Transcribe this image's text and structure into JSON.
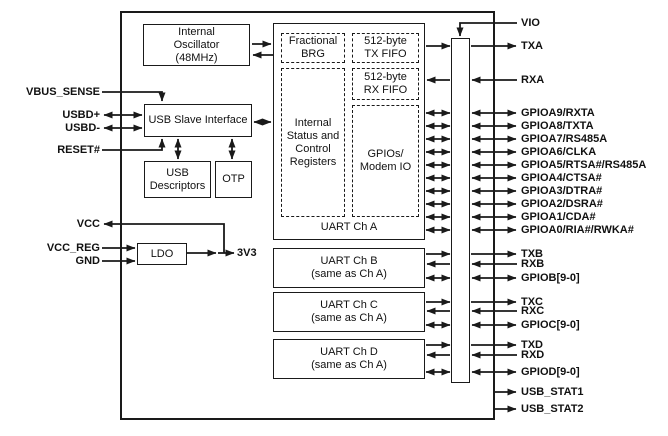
{
  "blocks": {
    "oscillator": {
      "lines": [
        "Internal",
        "Oscillator",
        "(48MHz)"
      ]
    },
    "usb_slave": {
      "label": "USB Slave Interface"
    },
    "usb_descriptors": {
      "lines": [
        "USB",
        "Descriptors"
      ]
    },
    "otp": {
      "label": "OTP"
    },
    "ldo": {
      "label": "LDO",
      "output_net": "3V3"
    },
    "uart_a": {
      "fractional_brg": {
        "lines": [
          "Fractional",
          "BRG"
        ]
      },
      "tx_fifo": {
        "lines": [
          "512-byte",
          "TX FIFO"
        ]
      },
      "rx_fifo": {
        "lines": [
          "512-byte",
          "RX FIFO"
        ]
      },
      "status_registers": {
        "lines": [
          "Internal",
          "Status and",
          "Control",
          "Registers"
        ]
      },
      "gpios_modem": {
        "lines": [
          "GPIOs/",
          "Modem IO"
        ]
      },
      "label": "UART Ch A"
    },
    "uart_b": {
      "lines": [
        "UART Ch B",
        "(same as Ch A)"
      ]
    },
    "uart_c": {
      "lines": [
        "UART Ch C",
        "(same as Ch A)"
      ]
    },
    "uart_d": {
      "lines": [
        "UART Ch D",
        "(same as Ch A)"
      ]
    }
  },
  "pins": {
    "left": [
      {
        "label": "VBUS_SENSE",
        "direction": "in"
      },
      {
        "label": "USBD+",
        "direction": "bidir"
      },
      {
        "label": "USBD-",
        "direction": "bidir"
      },
      {
        "label": "RESET#",
        "direction": "in"
      },
      {
        "label": "VCC",
        "direction": "out"
      },
      {
        "label": "VCC_REG",
        "direction": "in"
      },
      {
        "label": "GND",
        "direction": "in"
      }
    ],
    "right": [
      {
        "label": "VIO",
        "direction": "in"
      },
      {
        "label": "TXA",
        "direction": "out"
      },
      {
        "label": "RXA",
        "direction": "in"
      },
      {
        "label": "GPIOA9/RXTA",
        "direction": "bidir"
      },
      {
        "label": "GPIOA8/TXTA",
        "direction": "bidir"
      },
      {
        "label": "GPIOA7/RS485A",
        "direction": "bidir"
      },
      {
        "label": "GPIOA6/CLKA",
        "direction": "bidir"
      },
      {
        "label": "GPIOA5/RTSA#/RS485A",
        "direction": "bidir"
      },
      {
        "label": "GPIOA4/CTSA#",
        "direction": "bidir"
      },
      {
        "label": "GPIOA3/DTRA#",
        "direction": "bidir"
      },
      {
        "label": "GPIOA2/DSRA#",
        "direction": "bidir"
      },
      {
        "label": "GPIOA1/CDA#",
        "direction": "bidir"
      },
      {
        "label": "GPIOA0/RIA#/RWKA#",
        "direction": "bidir"
      },
      {
        "label": "TXB",
        "direction": "out"
      },
      {
        "label": "RXB",
        "direction": "in"
      },
      {
        "label": "GPIOB[9-0]",
        "direction": "bidir"
      },
      {
        "label": "TXC",
        "direction": "out"
      },
      {
        "label": "RXC",
        "direction": "in"
      },
      {
        "label": "GPIOC[9-0]",
        "direction": "bidir"
      },
      {
        "label": "TXD",
        "direction": "out"
      },
      {
        "label": "RXD",
        "direction": "in"
      },
      {
        "label": "GPIOD[9-0]",
        "direction": "bidir"
      },
      {
        "label": "USB_STAT1",
        "direction": "out"
      },
      {
        "label": "USB_STAT2",
        "direction": "out"
      }
    ]
  },
  "colors": {
    "line": "#1a1a1a",
    "background": "#ffffff",
    "text": "#111111"
  }
}
